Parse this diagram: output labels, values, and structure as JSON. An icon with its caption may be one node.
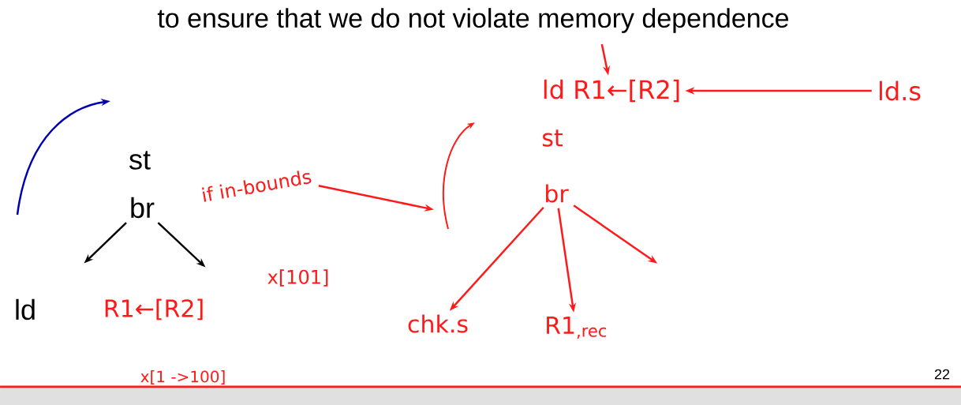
{
  "diagram": {
    "nodes": [
      {
        "text": [
          "st"
        ]
      },
      {
        "text": [
          "br"
        ]
      },
      {
        "text": [
          "ld"
        ]
      },
      {
        "text": [
          "ld R1←[R2]"
        ]
      },
      {
        "text": [
          "ld.s"
        ]
      },
      {
        "text": [
          "st"
        ]
      },
      {
        "text": [
          "br"
        ]
      },
      {
        "text": [
          "chk.s"
        ]
      },
      {
        "text": [
          "R1$_{,rec}$"
        ]
      },
      {
        "text": [
          "if in-bounds"
        ]
      }
    ],
    "edges": [
      {
        "from": 1,
        "to": null,
        "arrow": "to",
        "color": "#000000"
      },
      {
        "from": 1,
        "to": null,
        "arrow": "to",
        "color": "#000000"
      },
      {
        "from": null,
        "to": 3,
        "arrow": "to"
      },
      {
        "from": 4,
        "to": 3,
        "arrow": "to"
      },
      {
        "from": 9,
        "to": null,
        "arrow": "to"
      },
      {
        "from": 6,
        "to": 7,
        "arrow": "to"
      },
      {
        "from": 6,
        "to": 8,
        "arrow": "to"
      },
      {
        "from": 6,
        "to": null,
        "arrow": "to"
      }
    ],
    "labels": [
      "to ensure that we do not violate memory dependence",
      "R1←[R2]",
      "x[101]",
      "x[1 ->100]",
      "22"
    ]
  }
}
